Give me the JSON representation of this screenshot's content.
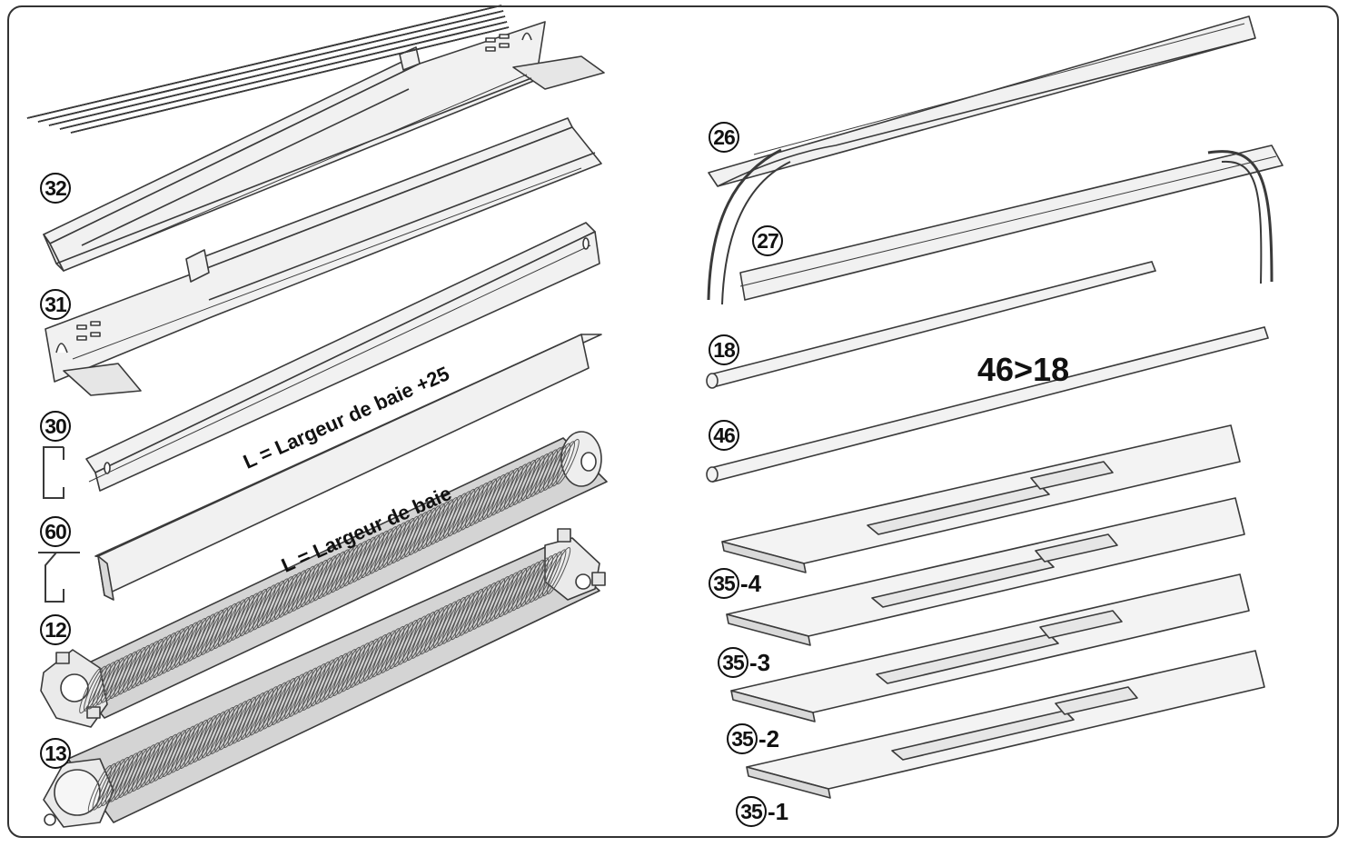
{
  "labels": {
    "p32": "32",
    "p31": "31",
    "p30": "30",
    "p60": "60",
    "p12": "12",
    "p13": "13",
    "p26": "26",
    "p27": "27",
    "p18": "18",
    "p46": "46",
    "p35_4": {
      "num": "35",
      "suffix": "-4"
    },
    "p35_3": {
      "num": "35",
      "suffix": "-3"
    },
    "p35_2": {
      "num": "35",
      "suffix": "-2"
    },
    "p35_1": {
      "num": "35",
      "suffix": "-1"
    }
  },
  "annotations": {
    "width_plus": "L = Largeur de baie +25",
    "width": "L = Largeur de baie",
    "replace": "46>18"
  },
  "colors": {
    "line": "#3a3a3a",
    "metal": "#f1f1f1",
    "shade": "#d9d9d9",
    "spring": "#bdbdbd"
  }
}
